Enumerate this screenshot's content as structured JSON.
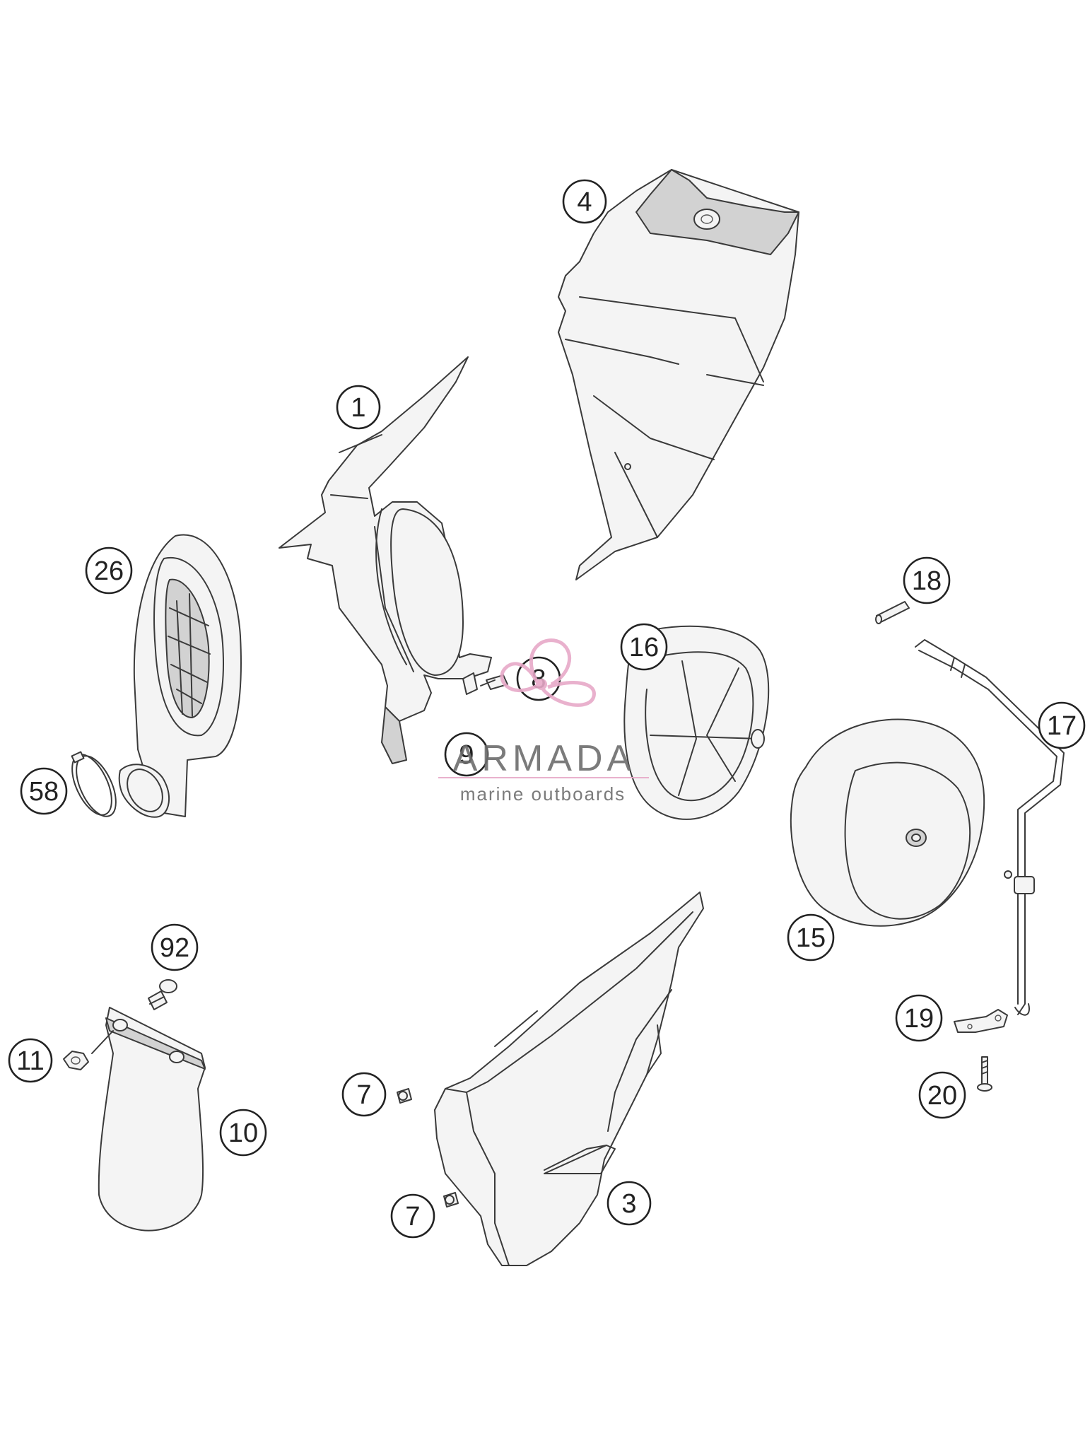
{
  "callouts": [
    {
      "id": "c1",
      "label": "1"
    },
    {
      "id": "c3",
      "label": "3"
    },
    {
      "id": "c4",
      "label": "4"
    },
    {
      "id": "c7a",
      "label": "7"
    },
    {
      "id": "c7b",
      "label": "7"
    },
    {
      "id": "c8",
      "label": "8"
    },
    {
      "id": "c9",
      "label": "9"
    },
    {
      "id": "c10",
      "label": "10"
    },
    {
      "id": "c11",
      "label": "11"
    },
    {
      "id": "c15",
      "label": "15"
    },
    {
      "id": "c16",
      "label": "16"
    },
    {
      "id": "c17",
      "label": "17"
    },
    {
      "id": "c18",
      "label": "18"
    },
    {
      "id": "c19",
      "label": "19"
    },
    {
      "id": "c20",
      "label": "20"
    },
    {
      "id": "c26",
      "label": "26"
    },
    {
      "id": "c58",
      "label": "58"
    },
    {
      "id": "c92",
      "label": "92"
    }
  ],
  "watermark": {
    "brand": "ARMADA",
    "tagline": "marine outboards",
    "logo_color": "#e7a9c8",
    "text_color": "#6d6d6d"
  }
}
